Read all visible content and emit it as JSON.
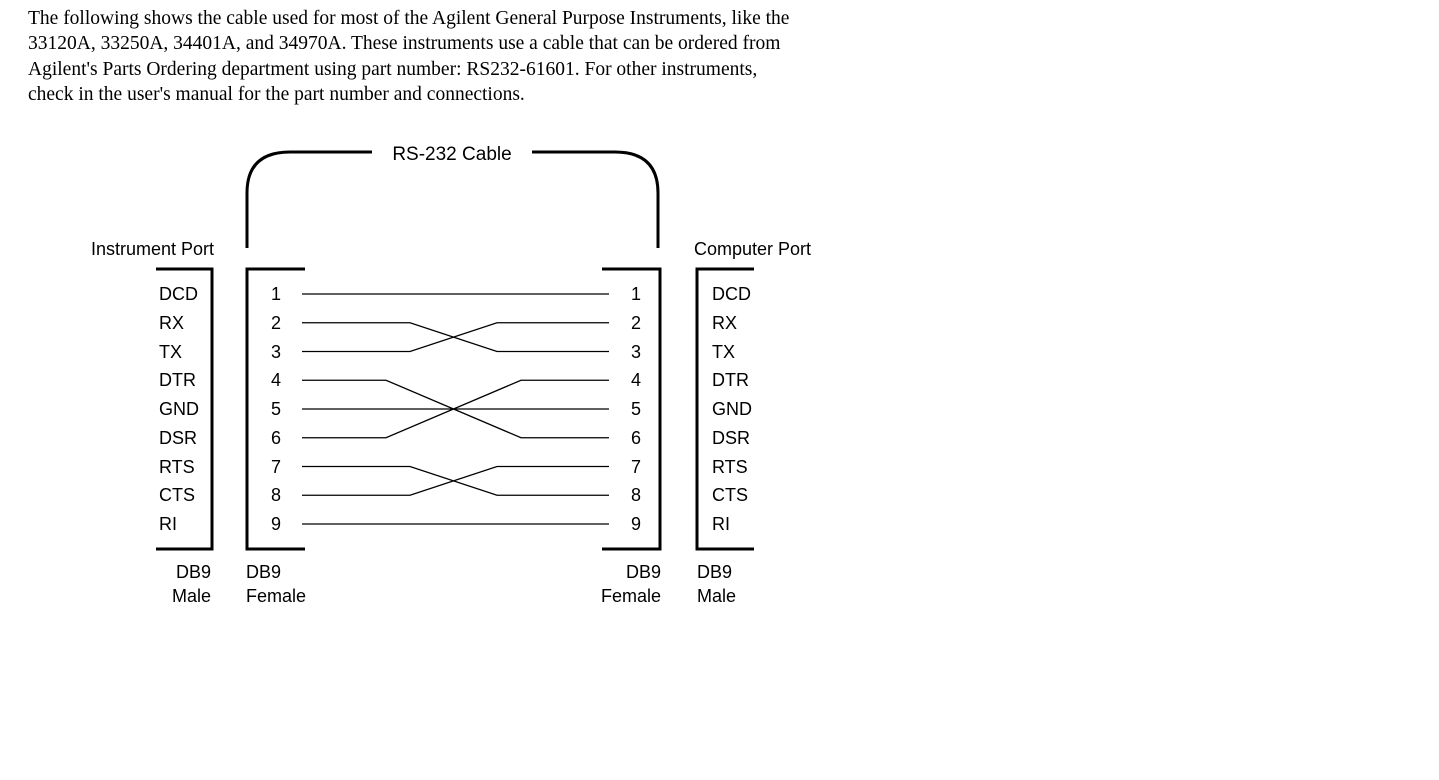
{
  "intro_lines": [
    "The following shows the cable used for most of the Agilent General Purpose Instruments, like the",
    "33120A, 33250A, 34401A, and 34970A. These instruments use a cable that can be ordered from",
    "Agilent's Parts Ordering department using part number: RS232-61601. For other instruments,",
    "check in the user's manual for the part number and connections."
  ],
  "diagram": {
    "cable_label": "RS-232 Cable",
    "left_port_title": "Instrument Port",
    "right_port_title": "Computer Port",
    "left_signals": [
      "DCD",
      "RX",
      "TX",
      "DTR",
      "GND",
      "DSR",
      "RTS",
      "CTS",
      "RI"
    ],
    "right_signals": [
      "DCD",
      "RX",
      "TX",
      "DTR",
      "GND",
      "DSR",
      "RTS",
      "CTS",
      "RI"
    ],
    "left_pins": [
      "1",
      "2",
      "3",
      "4",
      "5",
      "6",
      "7",
      "8",
      "9"
    ],
    "right_pins": [
      "1",
      "2",
      "3",
      "4",
      "5",
      "6",
      "7",
      "8",
      "9"
    ],
    "wiring": [
      [
        1,
        1
      ],
      [
        2,
        3
      ],
      [
        3,
        2
      ],
      [
        4,
        6
      ],
      [
        5,
        5
      ],
      [
        6,
        4
      ],
      [
        7,
        8
      ],
      [
        8,
        7
      ],
      [
        9,
        9
      ]
    ],
    "connectors": {
      "instrument_port": {
        "type": "DB9",
        "gender": "Male"
      },
      "cable_left": {
        "type": "DB9",
        "gender": "Female"
      },
      "cable_right": {
        "type": "DB9",
        "gender": "Female"
      },
      "computer_port": {
        "type": "DB9",
        "gender": "Male"
      }
    }
  }
}
